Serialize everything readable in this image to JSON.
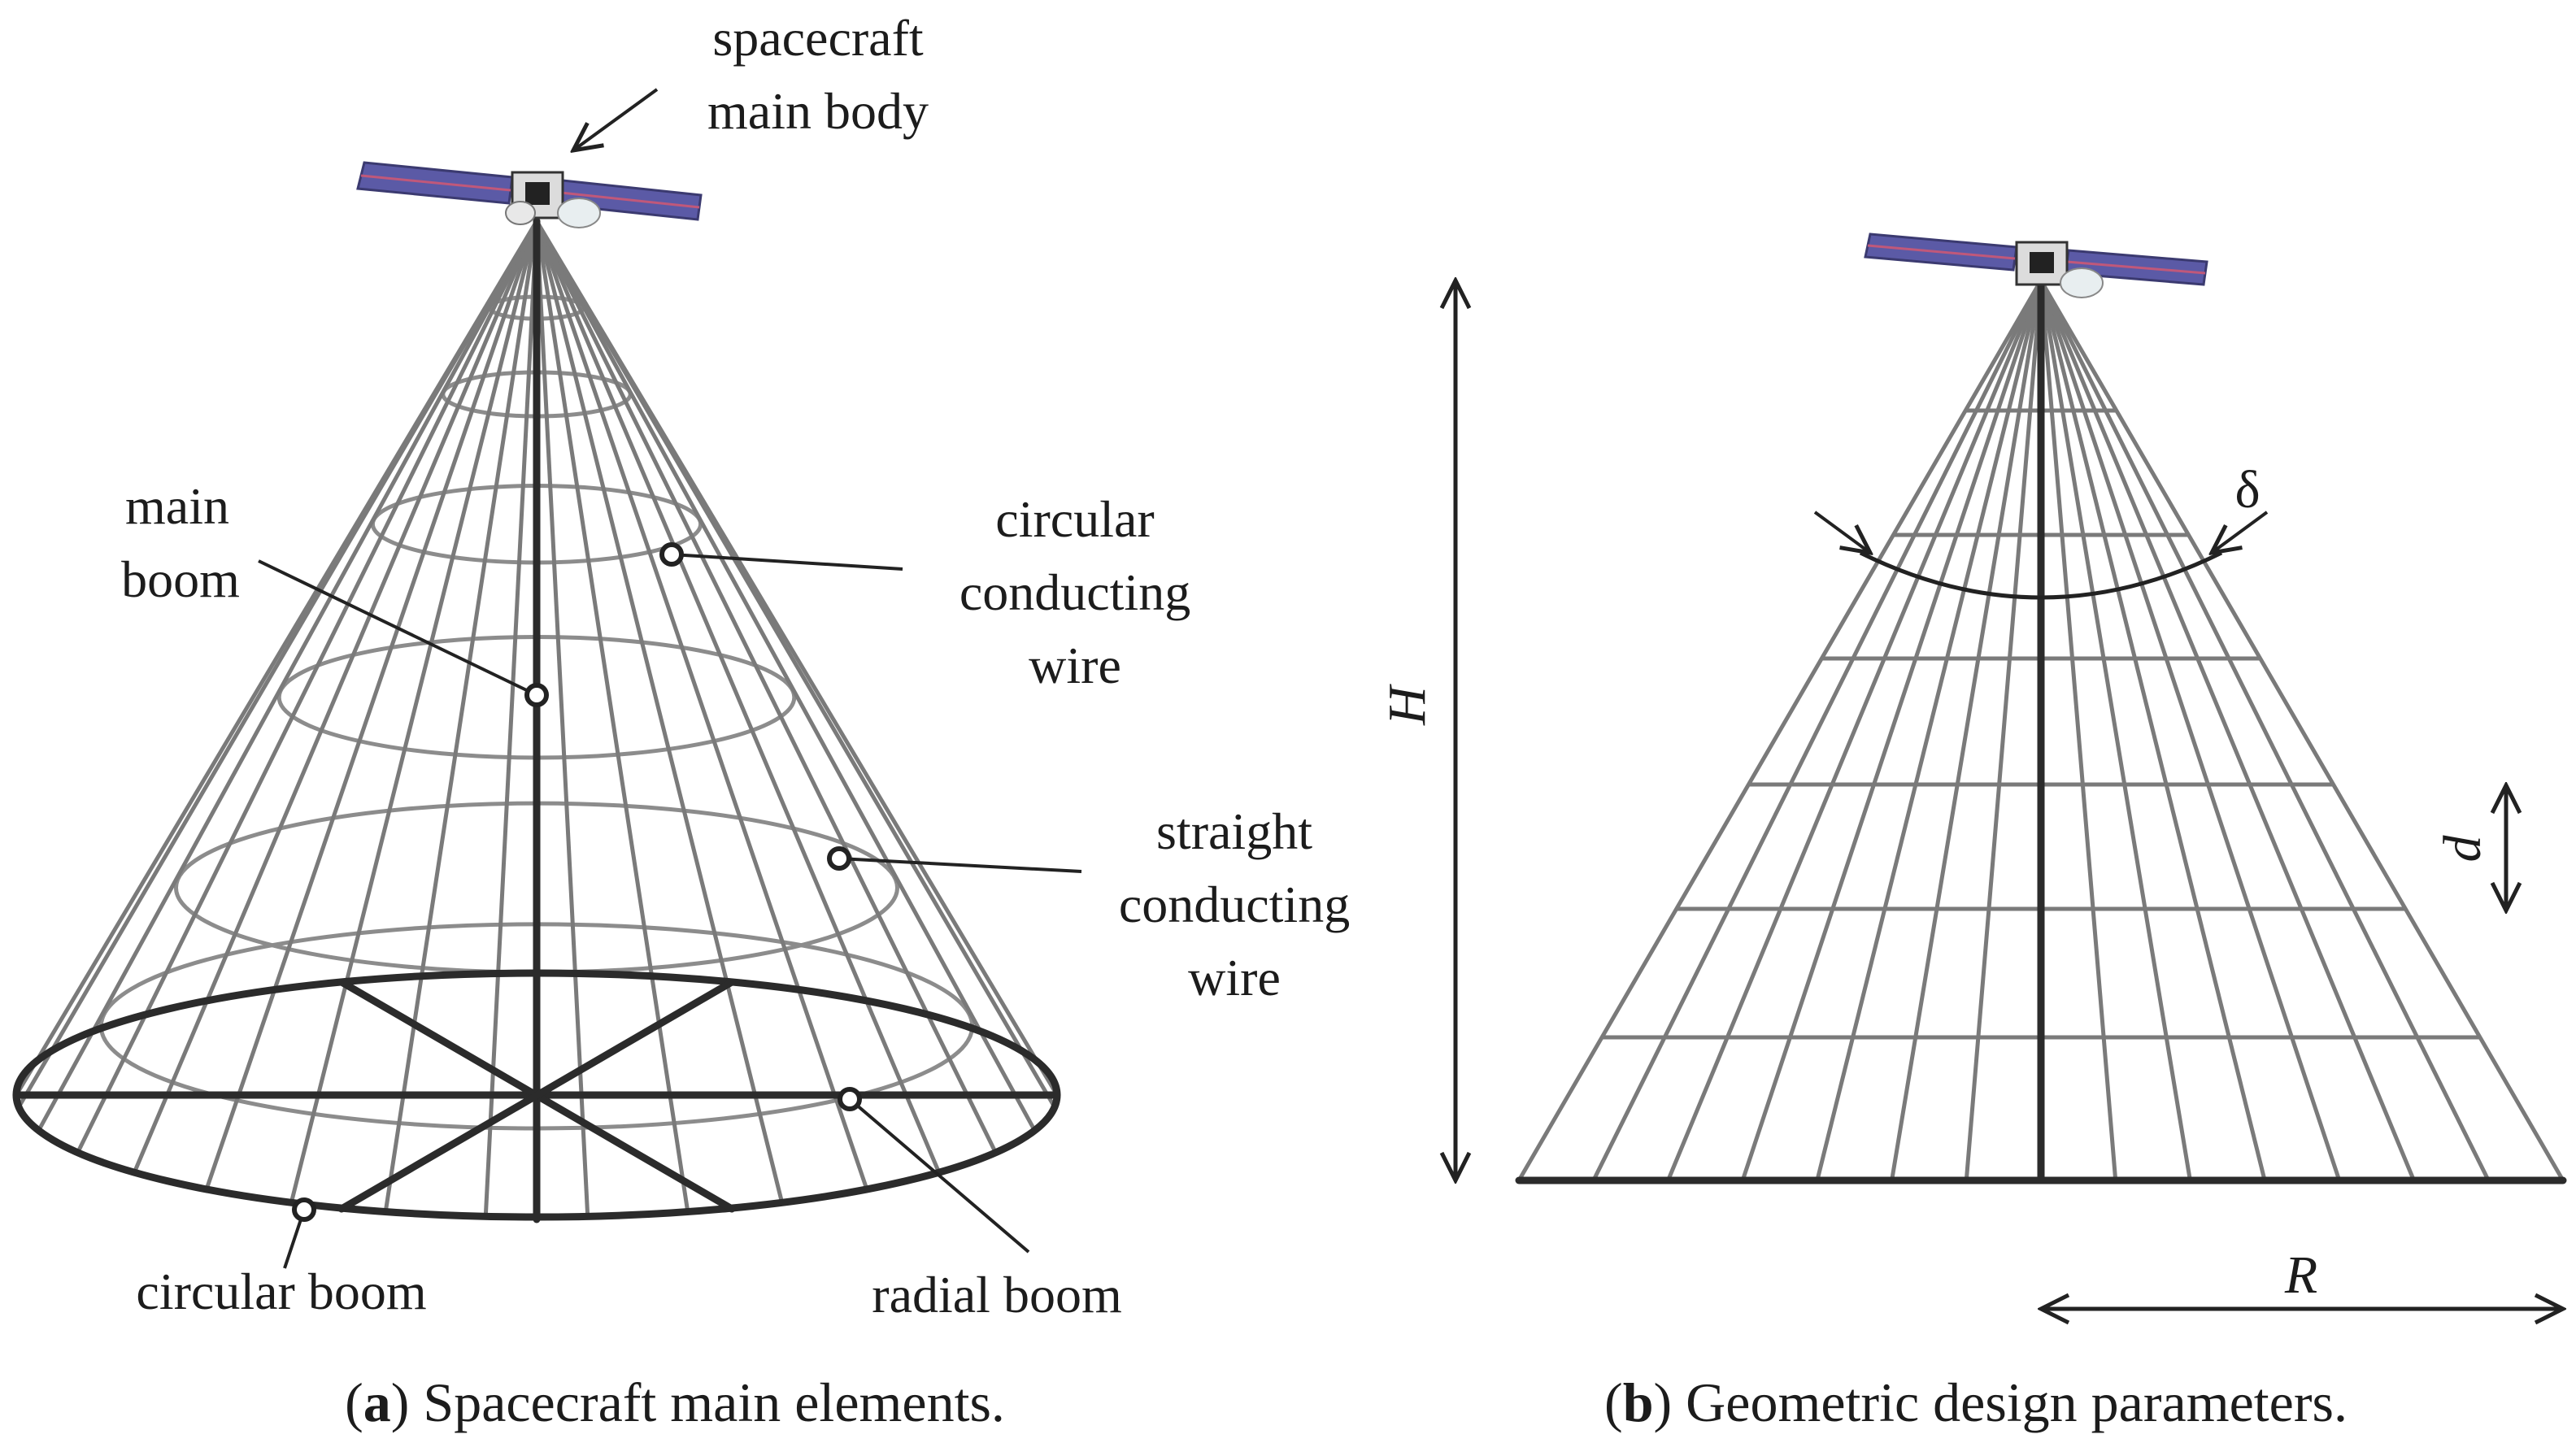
{
  "panel_a": {
    "labels": {
      "spacecraft_line1": "spacecraft",
      "spacecraft_line2": "main body",
      "main_boom_line1": "main",
      "main_boom_line2": "boom",
      "circular_wire_line1": "circular",
      "circular_wire_line2": "conducting",
      "circular_wire_line3": "wire",
      "straight_wire_line1": "straight",
      "straight_wire_line2": "conducting",
      "straight_wire_line3": "wire",
      "circular_boom": "circular boom",
      "radial_boom": "radial boom"
    },
    "caption_letter": "a",
    "caption_text": "Spacecraft main elements."
  },
  "panel_b": {
    "symbols": {
      "height": "H",
      "radius": "R",
      "spacing": "d",
      "angle": "δ"
    },
    "caption_letter": "b",
    "caption_text": "Geometric design parameters."
  },
  "colors": {
    "solar_panel": "#5b5aa6",
    "solar_panel_stripe": "#c0587a",
    "grid_line": "#7a7a7a",
    "boom": "#2b2b2b"
  }
}
